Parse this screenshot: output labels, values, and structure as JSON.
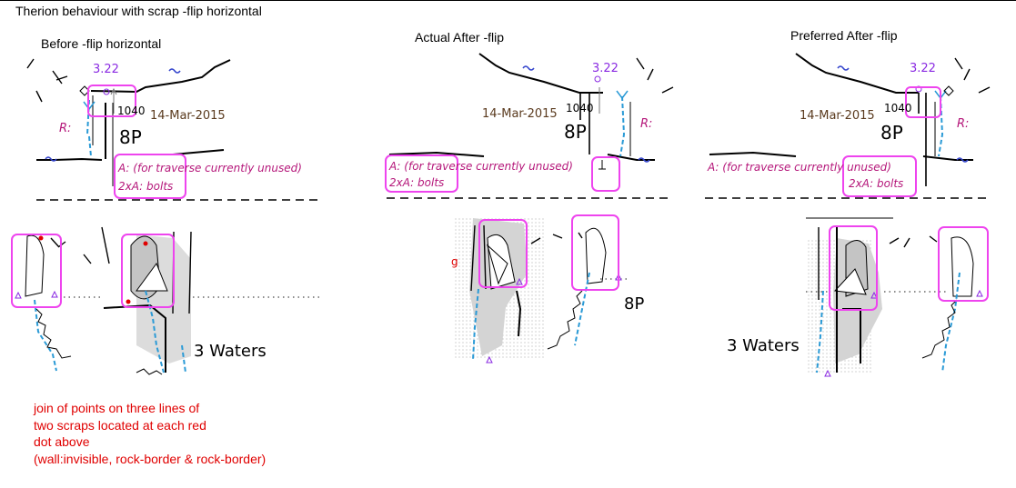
{
  "title": "Therion behaviour with scrap -flip horizontal",
  "panels": [
    {
      "heading": "Before -flip horizontal"
    },
    {
      "heading": "Actual After -flip"
    },
    {
      "heading": "Preferred After -flip"
    }
  ],
  "labels": {
    "station": "3.22",
    "height": "1040",
    "date": "14-Mar-2015",
    "pitch": "8P",
    "rope": "R:",
    "anchor_note": "A: (for traverse currently unused)",
    "bolts_note": "2xA: bolts",
    "waters": "3 Waters",
    "red_mark": "g"
  },
  "note_lines": [
    "join of points on three lines of",
    "two scraps located at each red",
    "dot above",
    "(wall:invisible, rock-border & rock-border)"
  ],
  "colors": {
    "highlight": "#ee44ee",
    "water": "#2a9ad6",
    "station_text": "#8a2be2",
    "note_text": "#e00000",
    "annotation_text": "#b5177a",
    "date_text": "#5a3a1e"
  }
}
